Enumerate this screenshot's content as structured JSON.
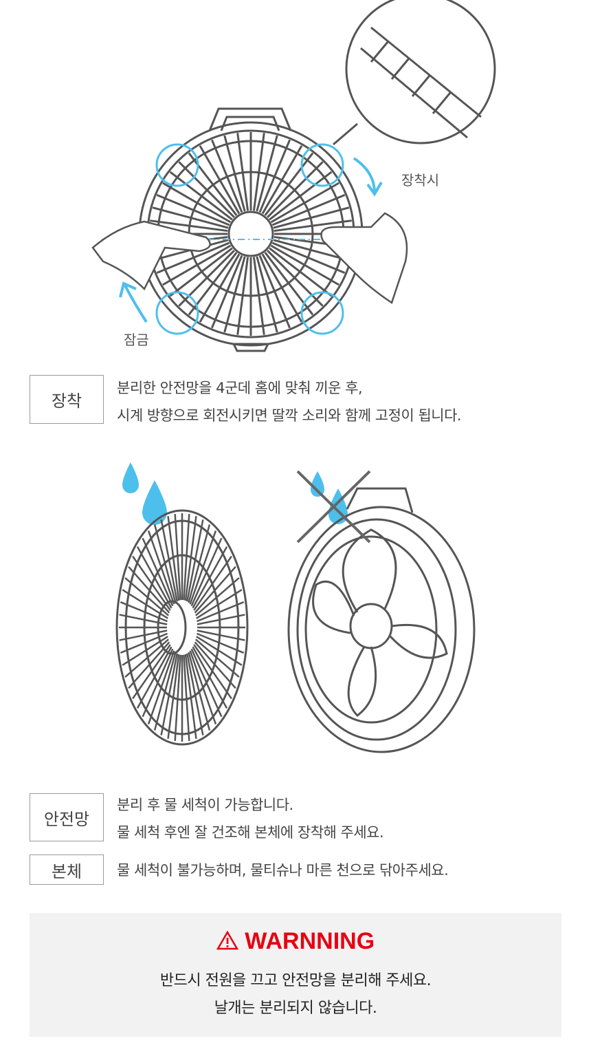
{
  "illustration_top": {
    "attach_label": "장착시",
    "lock_label": "잠금"
  },
  "attach": {
    "label": "장착",
    "lines": [
      "분리한 안전망을 4군데 홈에  맞춰 끼운 후,",
      "시계 방향으로 회전시키면 딸깍 소리와 함께 고정이 됩니다."
    ]
  },
  "guard": {
    "label": "안전망",
    "lines": [
      "분리 후 물 세척이 가능합니다.",
      "물 세척 후엔 잘 건조해 본체에 장착해 주세요."
    ]
  },
  "body": {
    "label": "본체",
    "lines": [
      "물 세척이 불가능하며, 물티슈나 마른 천으로 닦아주세요."
    ]
  },
  "warning": {
    "title": "WARNNING",
    "icon": "warning-triangle-icon",
    "lines": [
      "반드시 전원을 끄고 안전망을 분리해 주세요.",
      "날개는 분리되지 않습니다."
    ]
  },
  "colors": {
    "accent": "#4dbfec",
    "warning": "#e60012",
    "line_art": "#555555"
  }
}
